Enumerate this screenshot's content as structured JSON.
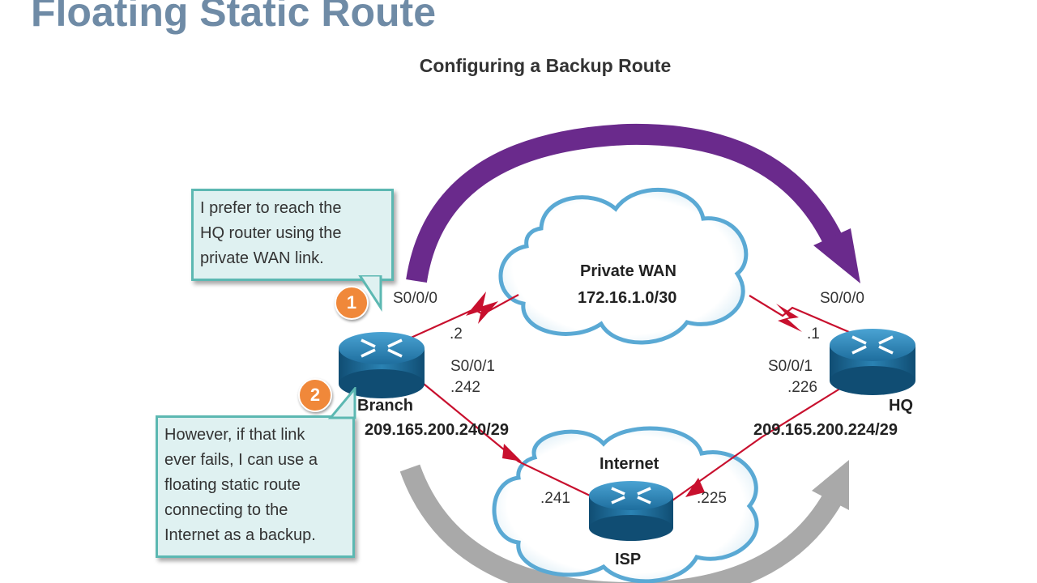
{
  "slide": {
    "title": "Floating Static Route"
  },
  "diagram": {
    "title": "Configuring a Backup Route"
  },
  "callouts": [
    {
      "number": "1",
      "lines": [
        "I prefer to reach the",
        "HQ router using the",
        "private WAN link."
      ]
    },
    {
      "number": "2",
      "lines": [
        "However, if that link",
        "ever fails, I can use a",
        "floating static route",
        "connecting to the",
        "Internet as a backup."
      ]
    }
  ],
  "clouds": {
    "private_wan": {
      "name": "Private WAN",
      "network": "172.16.1.0/30"
    },
    "internet": {
      "name": "Internet"
    }
  },
  "routers": {
    "branch": {
      "name": "Branch",
      "network": "209.165.200.240/29"
    },
    "hq": {
      "name": "HQ",
      "network": "209.165.200.224/29"
    },
    "isp": {
      "name": "ISP"
    }
  },
  "interfaces": {
    "branch_s000": "S0/0/0",
    "branch_s000_ip": ".2",
    "branch_s001": "S0/0/1",
    "branch_s001_ip": ".242",
    "hq_s000": "S0/0/0",
    "hq_s000_ip": ".1",
    "hq_s001": "S0/0/1",
    "hq_s001_ip": ".226",
    "isp_branch_ip": ".241",
    "isp_hq_ip": ".225"
  },
  "colors": {
    "title": "#6f8ba6",
    "primary_arrow": "#6a2a8c",
    "backup_arrow": "#a9a9a9",
    "link": "#c8102e",
    "router": "#1f6f9c",
    "callout_fill": "#dff1f1",
    "callout_border": "#5cb8b2",
    "badge": "#f0883a"
  }
}
